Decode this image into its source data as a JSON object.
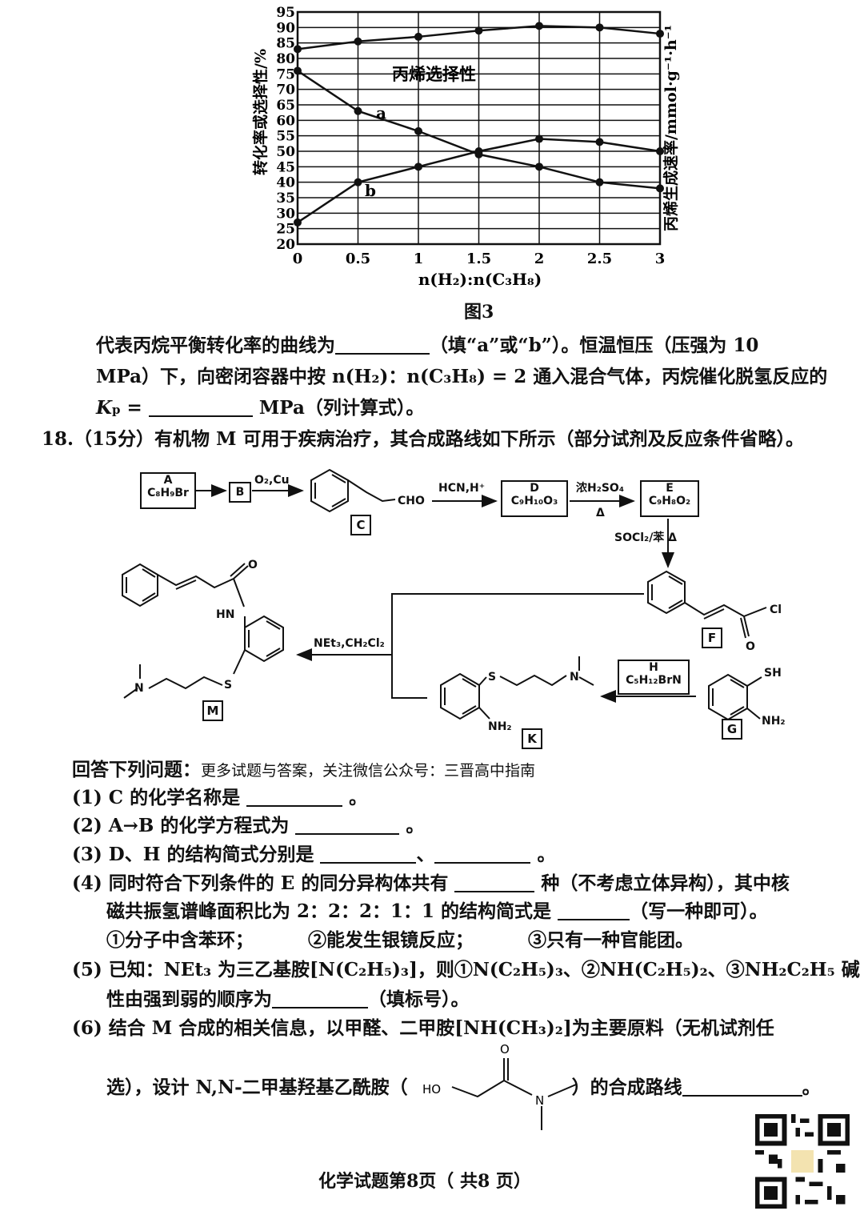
{
  "figure3": {
    "caption": "图3",
    "y_left_label": "转化率或选择性/%",
    "y_right_label": "丙烯生成速率/mmol·g⁻¹·h⁻¹",
    "x_label": "n(H₂):n(C₃H₈)",
    "curve_label_selectivity": "丙烯选择性",
    "curve_label_a": "a",
    "curve_label_b": "b"
  },
  "chart_data": {
    "type": "line",
    "x": [
      0,
      0.5,
      1,
      1.5,
      2,
      2.5,
      3
    ],
    "xlim": [
      0,
      3
    ],
    "ylim": [
      20,
      95
    ],
    "y_ticks": [
      20,
      25,
      30,
      35,
      40,
      45,
      50,
      55,
      60,
      65,
      70,
      75,
      80,
      85,
      90,
      95
    ],
    "x_ticks": [
      "0",
      "0.5",
      "1",
      "1.5",
      "2",
      "2.5",
      "3"
    ],
    "xlabel": "n(H₂):n(C₃H₈)",
    "ylabel": "转化率或选择性/%",
    "ylabel_right": "丙烯生成速率/mmol·g⁻¹·h⁻¹",
    "grid": true,
    "series": [
      {
        "name": "丙烯选择性",
        "values": [
          83,
          85.5,
          87,
          89,
          90.5,
          90,
          88
        ]
      },
      {
        "name": "a",
        "values": [
          76,
          63,
          56.5,
          49,
          45,
          40,
          38
        ]
      },
      {
        "name": "b",
        "values": [
          27,
          40,
          45,
          50,
          54,
          53,
          50
        ]
      }
    ]
  },
  "q17_tail": {
    "line1a": "代表丙烷平衡转化率的曲线为",
    "line1b": "（填“a”或“b”）。恒温恒压（压强为 10",
    "line2": "MPa）下，向密闭容器中按 n(H₂)：n(C₃H₈) = 2 通入混合气体，丙烷催化脱氢反应的",
    "kp": "K",
    "kp_sub": "p",
    "line3b": "MPa（列计算式）。"
  },
  "q18": {
    "header": "18.（15分）有机物 M 可用于疾病治疗，其合成路线如下所示（部分试剂及反应条件省略）。",
    "scheme": {
      "A_name": "A",
      "A_formula": "C₈H₉Br",
      "B_name": "B",
      "reagent_B_C": "O₂,Cu",
      "C_group": "CHO",
      "C_label": "C",
      "reagent_C_D": "HCN,H⁺",
      "D_name": "D",
      "D_formula": "C₉H₁₀O₃",
      "reagent_D_E": "浓H₂SO₄",
      "reagent_D_E_cond": "Δ",
      "E_name": "E",
      "E_formula": "C₉H₈O₂",
      "reagent_E_F": "SOCl₂/苯 Δ",
      "F_label": "F",
      "F_cl": "Cl",
      "F_o": "O",
      "H_name": "H",
      "H_formula": "C₅H₁₂BrN",
      "G_label": "G",
      "G_sh": "SH",
      "G_nh2": "NH₂",
      "K_label": "K",
      "K_nh2": "NH₂",
      "K_s": "S",
      "K_n": "N",
      "reagent_K_M": "NEt₃,CH₂Cl₂",
      "M_label": "M",
      "M_o": "O",
      "M_hn": "HN",
      "M_s": "S",
      "M_n": "N"
    },
    "answer_intro": "回答下列问题：",
    "note": "更多试题与答案，关注微信公众号：三晋高中指南",
    "q1a": "(1) C 的化学名称是",
    "q1b": "。",
    "q2a": "(2) A→B 的化学方程式为",
    "q2b": "。",
    "q3a": "(3) D、H 的结构简式分别是",
    "q3b": "、",
    "q3c": "。",
    "q4a": "(4) 同时符合下列条件的 E 的同分异构体共有",
    "q4b": "种（不考虑立体异构），其中核",
    "q4c": "磁共振氢谱峰面积比为 2：2：2：1：1 的结构简式是",
    "q4d": "（写一种即可）。",
    "cond1": "①分子中含苯环；",
    "cond2": "②能发生银镜反应；",
    "cond3": "③只有一种官能团。",
    "q5a": "(5) 已知：NEt₃ 为三乙基胺[N(C₂H₅)₃]，则①N(C₂H₅)₃、②NH(C₂H₅)₂、③NH₂C₂H₅ 碱",
    "q5b": "性由强到弱的顺序为",
    "q5c": "（填标号）。",
    "q6a": "(6) 结合 M 合成的相关信息，以甲醛、二甲胺[NH(CH₃)₂]为主要原料（无机试剂任",
    "q6b": "选），设计 N,N-二甲基羟基乙酰胺（",
    "q6_ho": "HO",
    "q6_o": "O",
    "q6_n": "N",
    "q6c": "）的合成路线",
    "q6d": "。"
  },
  "footer": "化学试题第8页（ 共8 页）"
}
